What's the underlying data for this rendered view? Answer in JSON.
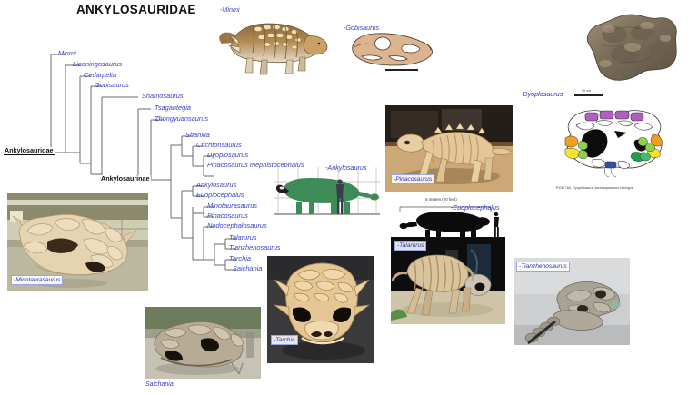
{
  "figure": {
    "title": "ANKYLOSAURIDAE"
  },
  "cladogram": {
    "clade_labels": [
      {
        "name": "Ankylosauridae",
        "label": "Ankylosauridae"
      },
      {
        "name": "Ankylosaurinae",
        "label": "Ankylosaurinae"
      }
    ],
    "taxa": [
      {
        "label": "Minmi"
      },
      {
        "label": "Liaoningosaurus"
      },
      {
        "label": "Cedarpelta"
      },
      {
        "label": "Gobisaurus"
      },
      {
        "label": "Shamosaurus"
      },
      {
        "label": "Tsagantegia"
      },
      {
        "label": "Zhongyuansaurus"
      },
      {
        "label": "Shanxia"
      },
      {
        "label": "Crichtonsaurus"
      },
      {
        "label": "Dyoplosaurus"
      },
      {
        "label": "Pinacosaurus mephistocephalus"
      },
      {
        "label": "Ankylosaurus"
      },
      {
        "label": "Euoplocephalus"
      },
      {
        "label": "Minotaurasaurus"
      },
      {
        "label": "Pinacosaurus"
      },
      {
        "label": "Nodocephalosaurus"
      },
      {
        "label": "Talarurus"
      },
      {
        "label": "Tianzhenosaurus"
      },
      {
        "label": "Tarchia"
      },
      {
        "label": "Saichania"
      }
    ],
    "line_color": "#6b6b6b",
    "taxon_color": "#3a42c9"
  },
  "images": {
    "minmi": {
      "caption": "-Minmi"
    },
    "gobisaurus": {
      "caption": "-Gobisaurus"
    },
    "dyoplosaurus_fossil": {
      "caption": "-Dyoplosaurus",
      "scale_label": "10 cm",
      "diagram_caption": "ROM 784, Dyoplosaurus acutosquameus holotype"
    },
    "pinacosaurus": {
      "caption": "-Pinacosaurus"
    },
    "minotaurasaurus": {
      "caption": "-Minotaurasaurus"
    },
    "talarurus": {
      "caption": "-Talarurus"
    },
    "tianzhenosaurus": {
      "caption": "-Tianzhenosaurus"
    },
    "tarchia": {
      "caption": "-Tarchia"
    },
    "saichania": {
      "caption": "Saichania"
    },
    "ankylosaurus_scale": {
      "caption": "-Ankylosaurus"
    },
    "euoplocephalus_scale": {
      "caption": "-Euoplocephalus",
      "scale_text": "6 meters (20 feet)"
    }
  }
}
